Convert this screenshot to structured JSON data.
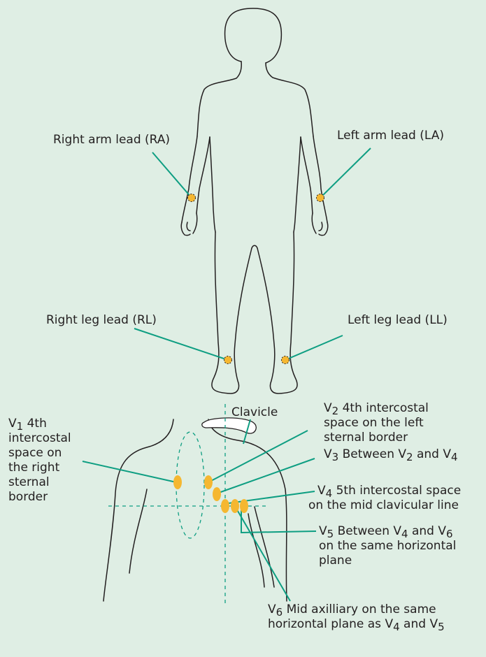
{
  "labels": {
    "ra": "Right arm lead (RA)",
    "la": "Left arm lead (LA)",
    "rl": "Right leg lead (RL)",
    "ll": "Left leg lead (LL)",
    "clavicle": "Clavicle",
    "v1": {
      "sym": "V",
      "sub": "1",
      "l1": " 4th",
      "l2": "intercostal",
      "l3": "space on",
      "l4": "the right",
      "l5": "sternal",
      "l6": "border"
    },
    "v2": {
      "sym": "V",
      "sub": "2",
      "l1": " 4th intercostal",
      "l2": "space on the left",
      "l3": "sternal border"
    },
    "v3": {
      "sym": "V",
      "sub": "3",
      "t1": " Between ",
      "sym2": "V",
      "sub2": "2",
      "t2": " and ",
      "sym3": "V",
      "sub3": "4"
    },
    "v4": {
      "sym": "V",
      "sub": "4",
      "l1": " 5th intercostal space",
      "l2": "on the mid clavicular line"
    },
    "v5": {
      "sym": "V",
      "sub": "5",
      "t1": " Between ",
      "sym2": "V",
      "sub2": "4",
      "t2": " and ",
      "sym3": "V",
      "sub3": "6",
      "l2": "on the same horizontal",
      "l3": "plane"
    },
    "v6": {
      "sym": "V",
      "sub": "6",
      "l1": " Mid axilliary on the same",
      "l2a": "horizontal plane as ",
      "sym2": "V",
      "sub2": "4",
      "t2": " and ",
      "sym3": "V",
      "sub3": "5"
    }
  },
  "colors": {
    "background": "#dfeee4",
    "leader": "#0e9e82",
    "electrode": "#f5b731",
    "outline": "#231f20"
  }
}
